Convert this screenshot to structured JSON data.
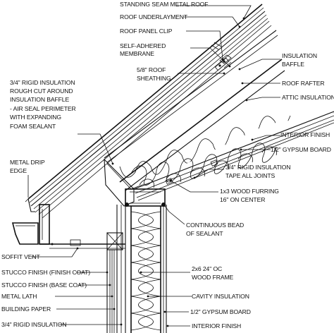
{
  "labels": {
    "standing_seam": "STANDING SEAM METAL ROOF",
    "roof_underlayment": "ROOF UNDERLAYMENT",
    "roof_panel_clip": "ROOF PANEL CLIP",
    "self_adhered_1": "SELF-ADHERED",
    "self_adhered_2": "MEMBRANE",
    "roof_sheathing_1": "5/8\" ROOF",
    "roof_sheathing_2": "SHEATHING",
    "insulation_baffle_1": "INSULATION",
    "insulation_baffle_2": "BAFFLE",
    "roof_rafter": "ROOF RAFTER",
    "attic_insulation": "ATTIC INSULATION",
    "rigid_left_1": "3/4\" RIGID INSULATION",
    "rigid_left_2": "ROUGH CUT AROUND",
    "rigid_left_3": "INSULATION BAFFLE",
    "rigid_left_4": "- AIR SEAL PERIMETER",
    "rigid_left_5": "WITH EXPANDING",
    "rigid_left_6": "FOAM SEALANT",
    "interior_finish_top": "INTERIOR FINISH",
    "gypsum_top": "1/2\" GYPSUM BOARD",
    "metal_drip_1": "METAL DRIP",
    "metal_drip_2": "EDGE",
    "rigid_right_1": "3/4\" RIGID INSULATION",
    "rigid_right_2": "TAPE ALL JOINTS",
    "furring_1": "1x3 WOOD FURRING",
    "furring_2": "16\" ON CENTER",
    "sealant_1": "CONTINUOUS BEAD",
    "sealant_2": "OF SEALANT",
    "soffit_vent": "SOFFIT VENT",
    "stucco_finish": "STUCCO FINISH (FINISH COAT)",
    "stucco_base": "STUCCO FINISH (BASE COAT)",
    "metal_lath": "METAL LATH",
    "building_paper": "BUILDING PAPER",
    "rigid_bottom": "3/4\" RIGID INSULATION",
    "frame_1": "2x6 24\" OC",
    "frame_2": "WOOD FRAME",
    "cavity_insulation": "CAVITY INSULATION",
    "gypsum_bottom": "1/2\" GYPSUM BOARD",
    "interior_finish_bottom": "INTERIOR FINISH"
  }
}
